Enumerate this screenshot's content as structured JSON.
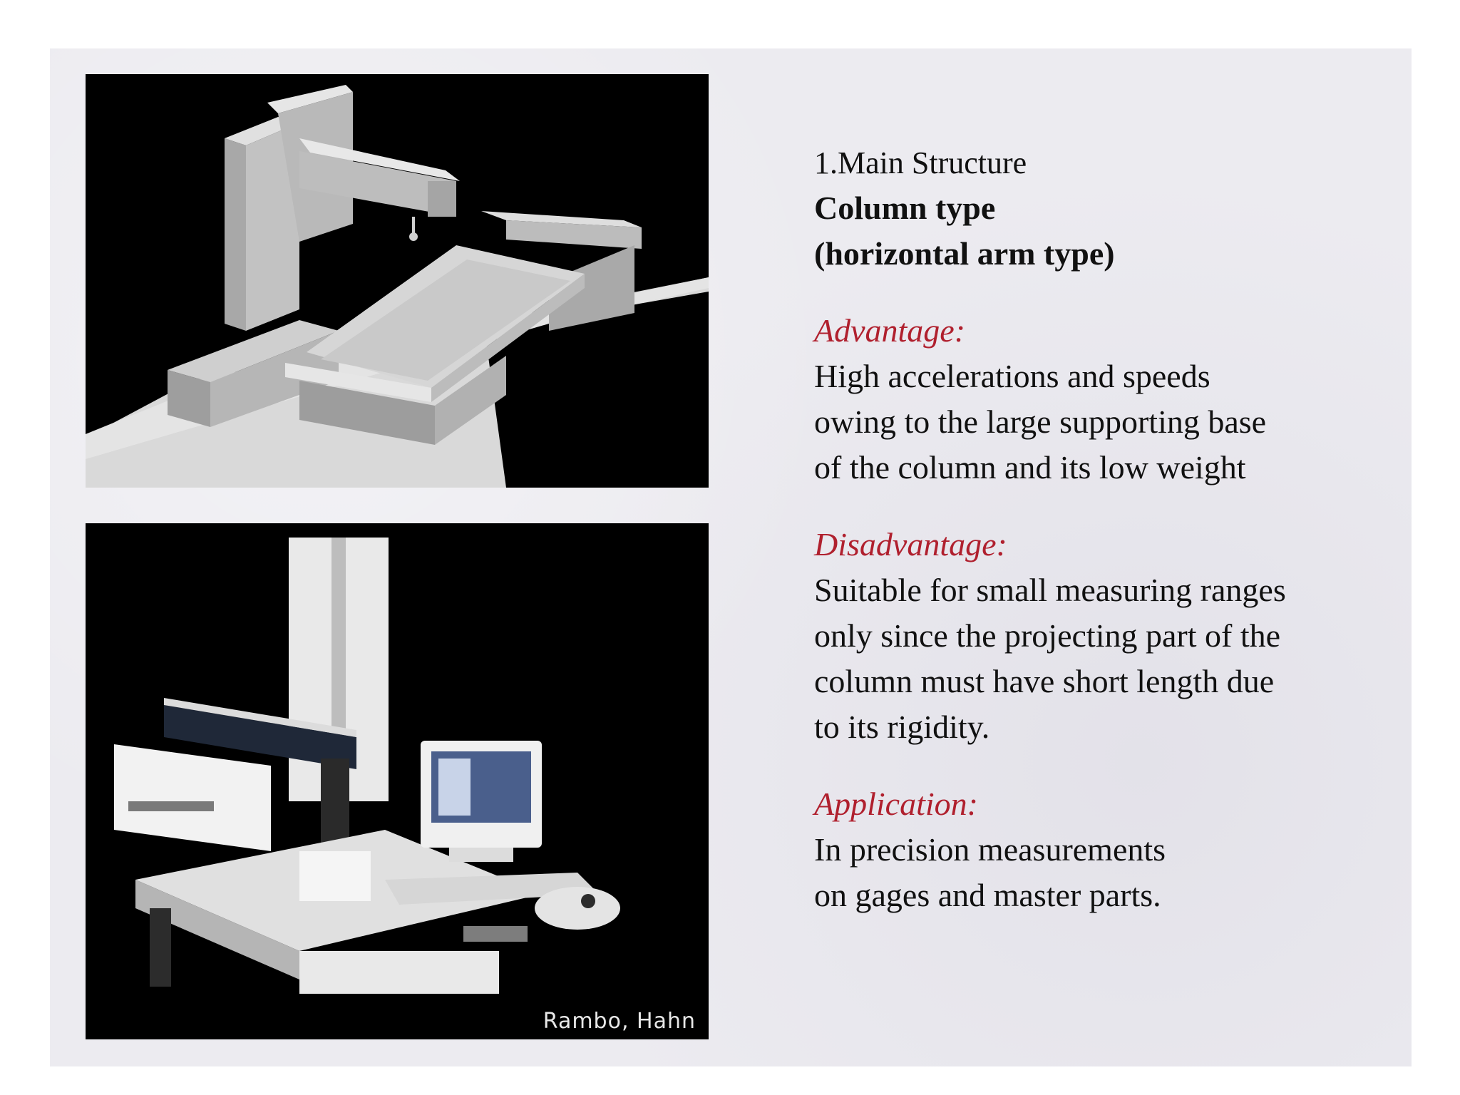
{
  "section": {
    "heading": "1.Main Structure",
    "title_line1": "Column type",
    "title_line2": "(horizontal arm type)"
  },
  "advantage": {
    "label": "Advantage:",
    "lines": [
      "High accelerations and speeds",
      "owing to the large supporting base",
      "of the column and its low weight"
    ]
  },
  "disadvantage": {
    "label": "Disadvantage:",
    "lines": [
      "Suitable for small measuring ranges",
      "only since the projecting part of the",
      "column must have short length due",
      "to its rigidity."
    ]
  },
  "application": {
    "label": "Application:",
    "lines": [
      "In precision measurements",
      "on gages and master parts."
    ]
  },
  "photo": {
    "credit": "Rambo, Hahn"
  },
  "colors": {
    "label_red": "#b0202e",
    "panel_bg": "#000000",
    "slide_bg": "#ecebf0"
  }
}
